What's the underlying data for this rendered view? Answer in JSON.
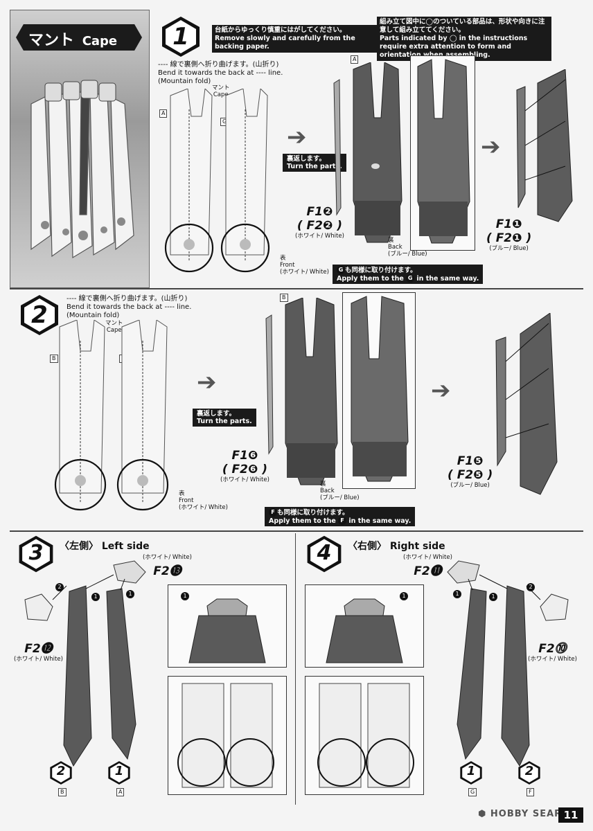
{
  "header": {
    "title_jp": "マント",
    "title_en": "Cape"
  },
  "step1": {
    "number": "1",
    "backing_jp": "台紙からゆっくり慎重にはがしてください。",
    "backing_en": "Remove slowly and carefully from the backing paper.",
    "caution_jp": "組み立て図中に◯のついている部品は、形状や向きに注意して組み立ててください。",
    "caution_en": "Parts indicated by ◯ in the instructions require extra attention to form and orientation when assembling.",
    "fold_jp": "---- 線で裏側へ折り曲げます。(山折り)",
    "fold_en": "Bend it towards the back at ---- line. (Mountain fold)",
    "mantle_jp": "マント",
    "mantle_en": "Cape",
    "tag_a": "A",
    "tag_g": "G",
    "front_jp": "表",
    "front_en": "Front",
    "front_color": "(ホワイト/ White)",
    "turn_jp": "裏返します。",
    "turn_en": "Turn the parts.",
    "part1a": "F1❷",
    "part1b": "( F2❷ )",
    "part1_color": "(ホワイト/ White)",
    "back_jp": "裏",
    "back_en": "Back",
    "back_color": "(ブルー/ Blue)",
    "part2a": "F1❶",
    "part2b": "( F2❶ )",
    "part2_color": "(ブルー/ Blue)",
    "same_jp": "も同様に取り付けます。",
    "same_en_pre": "Apply them to the",
    "same_en_post": "in the same way.",
    "same_tag": "G"
  },
  "step2": {
    "number": "2",
    "fold_jp": "---- 線で裏側へ折り曲げます。(山折り)",
    "fold_en": "Bend it towards the back at ---- line. (Mountain fold)",
    "mantle_jp": "マント",
    "mantle_en": "Cape",
    "tag_b": "B",
    "tag_f": "F",
    "front_jp": "表",
    "front_en": "Front",
    "front_color": "(ホワイト/ White)",
    "turn_jp": "裏返します。",
    "turn_en": "Turn the parts.",
    "part1a": "F1❻",
    "part1b": "( F2❻ )",
    "part1_color": "(ホワイト/ White)",
    "back_jp": "裏",
    "back_en": "Back",
    "back_color": "(ブルー/ Blue)",
    "part2a": "F1❺",
    "part2b": "( F2❺ )",
    "part2_color": "(ブルー/ Blue)",
    "same_jp": "も同様に取り付けます。",
    "same_en_pre": "Apply them to the",
    "same_en_post": "in the same way.",
    "same_tag": "F"
  },
  "step3": {
    "number": "3",
    "title_jp": "〈左側〉",
    "title_en": "Left side",
    "part_top": "F2⓭",
    "part_top_color": "(ホワイト/ White)",
    "part_side": "F2⓬",
    "part_side_color": "(ホワイト/ White)",
    "tag_b": "B",
    "tag_a": "A",
    "badge_left": "2",
    "badge_right": "1",
    "mark1": "1",
    "mark2": "2"
  },
  "step4": {
    "number": "4",
    "title_jp": "〈右側〉",
    "title_en": "Right side",
    "part_top": "F2⓫",
    "part_top_color": "(ホワイト/ White)",
    "part_side": "F2⓾",
    "part_side_color": "(ホワイト/ White)",
    "tag_g": "G",
    "tag_f": "F",
    "badge_left": "1",
    "badge_right": "2",
    "mark1": "1",
    "mark2": "2"
  },
  "footer": {
    "brand": "HOBBY SEARCH",
    "page": "11"
  },
  "colors": {
    "dark_part": "#555555",
    "light_part": "#e8e8e8",
    "ink": "#111111"
  }
}
